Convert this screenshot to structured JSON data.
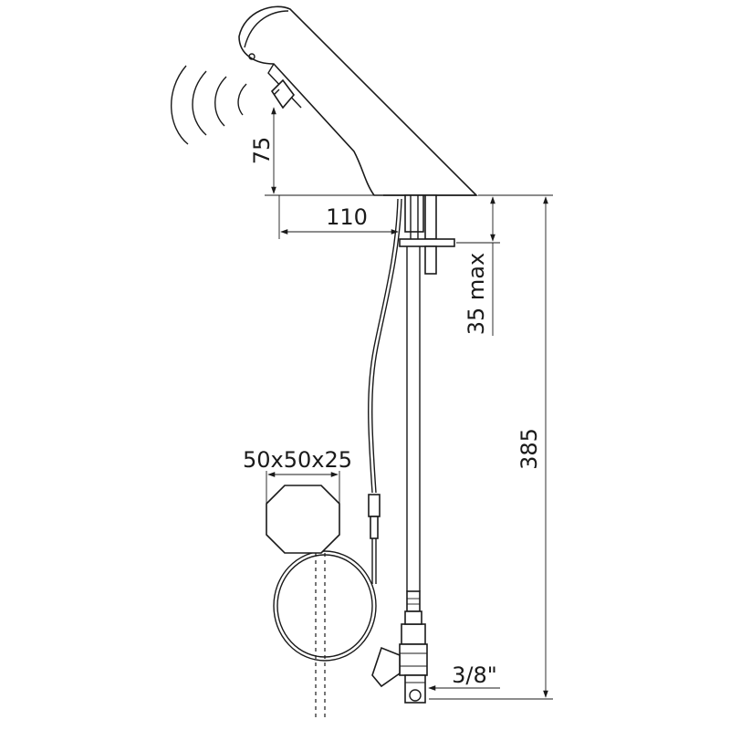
{
  "dimensions": {
    "sensor_height": "75",
    "spout_reach": "110",
    "deck_thickness": "35 max",
    "total_height": "385",
    "box_size": "50x50x25",
    "connection": "3/8\""
  }
}
